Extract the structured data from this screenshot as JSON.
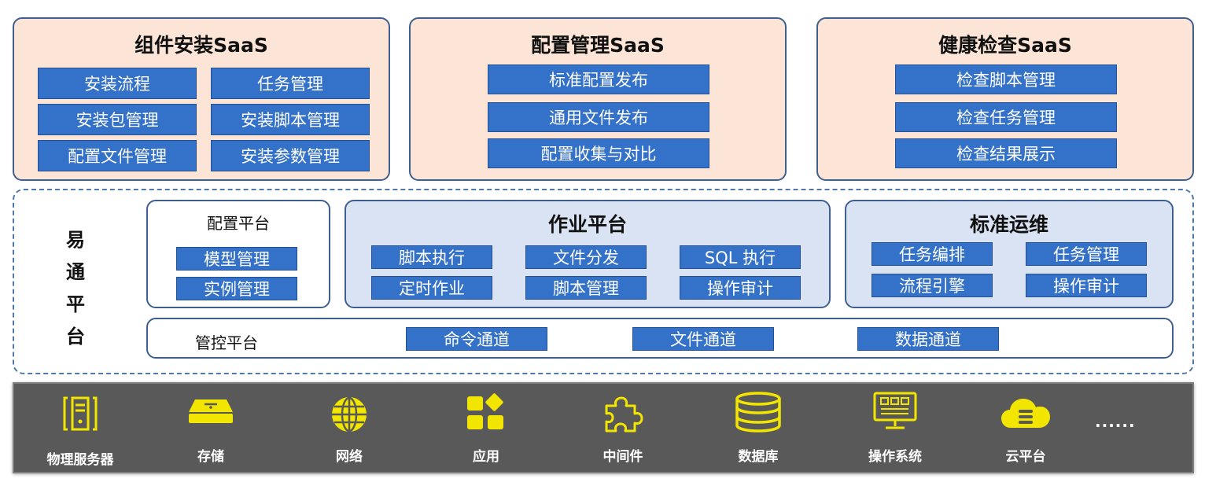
{
  "saas": [
    {
      "title": "组件安装SaaS",
      "items": [
        "安装流程",
        "任务管理",
        "安装包管理",
        "安装脚本管理",
        "配置文件管理",
        "安装参数管理"
      ]
    },
    {
      "title": "配置管理SaaS",
      "items": [
        "标准配置发布",
        "通用文件发布",
        "配置收集与对比"
      ]
    },
    {
      "title": "健康检查SaaS",
      "items": [
        "检查脚本管理",
        "检查任务管理",
        "检查结果展示"
      ]
    }
  ],
  "platform": {
    "title_chars": [
      "易",
      "通",
      "平",
      "台"
    ],
    "config": {
      "title": "配置平台",
      "items": [
        "模型管理",
        "实例管理"
      ]
    },
    "job": {
      "title": "作业平台",
      "items": [
        "脚本执行",
        "文件分发",
        "SQL 执行",
        "定时作业",
        "脚本管理",
        "操作审计"
      ]
    },
    "ops": {
      "title": "标准运维",
      "items": [
        "任务编排",
        "任务管理",
        "流程引擎",
        "操作审计"
      ]
    },
    "control": {
      "title": "管控平台",
      "items": [
        "命令通道",
        "文件通道",
        "数据通道"
      ]
    }
  },
  "infra": {
    "items": [
      {
        "label": "物理服务器",
        "icon": "server-icon"
      },
      {
        "label": "存储",
        "icon": "storage-icon"
      },
      {
        "label": "网络",
        "icon": "globe-icon"
      },
      {
        "label": "应用",
        "icon": "apps-icon"
      },
      {
        "label": "中间件",
        "icon": "puzzle-icon"
      },
      {
        "label": "数据库",
        "icon": "database-icon"
      },
      {
        "label": "操作系统",
        "icon": "monitor-icon"
      },
      {
        "label": "云平台",
        "icon": "cloud-icon"
      }
    ],
    "more": "......"
  },
  "colors": {
    "saas_bg": "#fce4d6",
    "box_blue": "#3471c8",
    "panel_blue": "#dae3f3",
    "border": "#3f5f8f",
    "infra_bg": "#595959",
    "icon_yellow": "#f2e600"
  }
}
